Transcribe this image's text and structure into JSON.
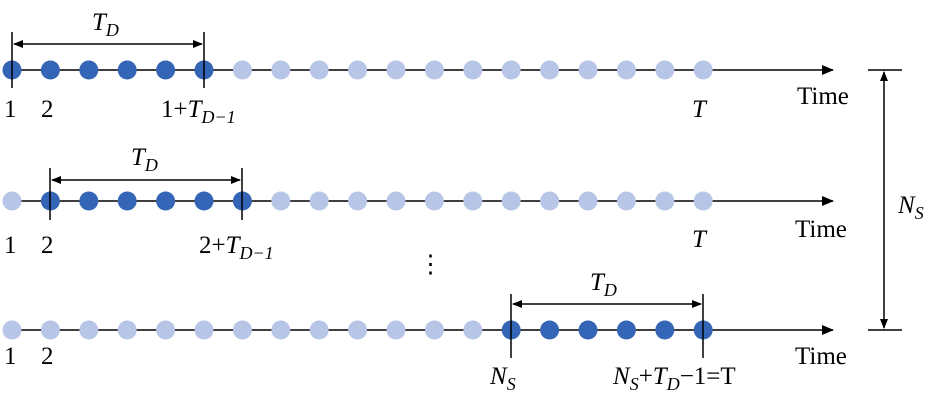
{
  "diagram": {
    "rows": [
      {
        "window_label": "T",
        "window_label_sub": "D",
        "start_label": "1",
        "second_label": "2",
        "end_label_prefix": "1+",
        "end_label_var": "T",
        "end_label_sub": "D−1",
        "end_label_suffix": "",
        "last_label": "T",
        "axis_label": "Time",
        "dots_total": 19,
        "window_start_index": 0,
        "window_length": 6
      },
      {
        "window_label": "T",
        "window_label_sub": "D",
        "start_label": "1",
        "second_label": "2",
        "end_label_prefix": "2+",
        "end_label_var": "T",
        "end_label_sub": "D−1",
        "end_label_suffix": "",
        "last_label": "T",
        "axis_label": "Time",
        "dots_total": 19,
        "window_start_index": 1,
        "window_length": 6
      },
      {
        "window_label": "T",
        "window_label_sub": "D",
        "start_label": "1",
        "second_label": "2",
        "window_start_prefix": "N",
        "window_start_sub": "S",
        "end_label_prefix": "N",
        "end_label_prefix_sub": "S",
        "end_label_mid": "+",
        "end_label_var": "T",
        "end_label_sub": "D",
        "end_label_suffix": "−1=T",
        "axis_label": "Time",
        "dots_total": 19,
        "window_start_index": 13,
        "window_length": 6
      }
    ],
    "ellipsis": "⋮",
    "side_label": "N",
    "side_label_sub": "S",
    "colors": {
      "active": "#3565b7",
      "inactive": "#b7c5e6",
      "line": "#000000"
    }
  }
}
